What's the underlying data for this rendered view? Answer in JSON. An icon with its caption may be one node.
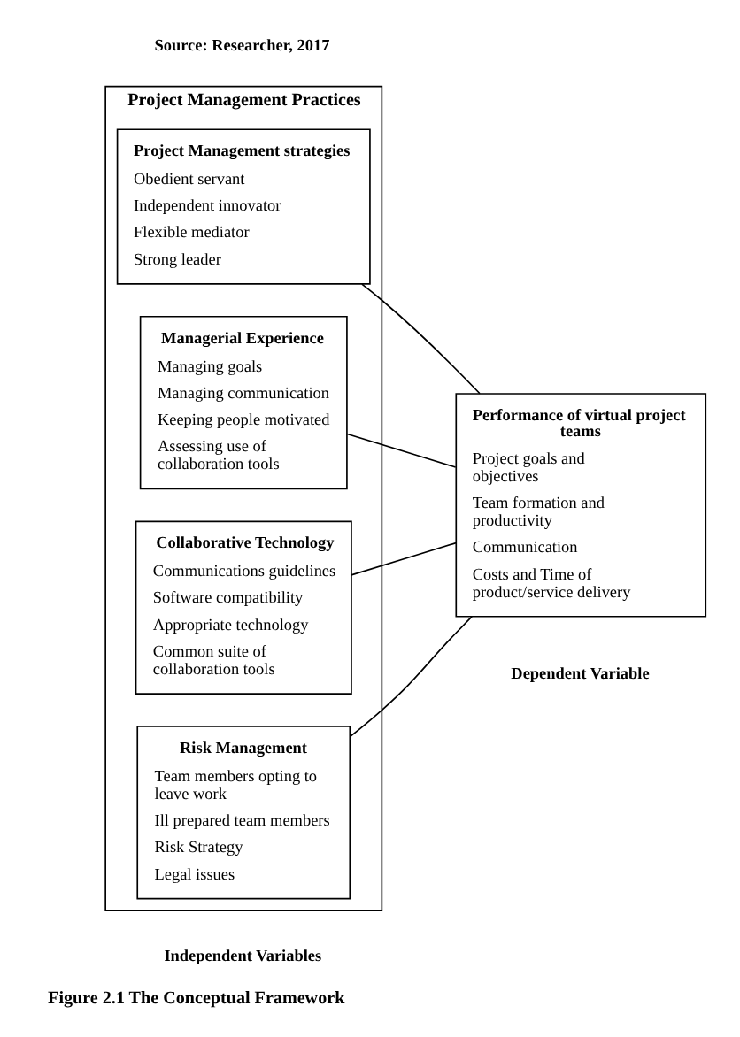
{
  "diagram": {
    "caption": "Figure 2.1 The Conceptual Framework",
    "nodes": [
      {
        "text": [
          "Project Management Practices"
        ]
      },
      {
        "text": [
          "Project Management strategies",
          "Obedient servant",
          "Independent innovator",
          "Flexible mediator",
          "Strong leader"
        ],
        "in": 0
      },
      {
        "text": [
          "Managerial Experience",
          "Managing goals",
          "Managing communication",
          "Keeping people motivated",
          "Assessing use of collaboration tools"
        ],
        "in": 0
      },
      {
        "text": [
          "Collaborative Technology",
          "Communications guidelines",
          "Software compatibility",
          "Appropriate technology",
          "Common suite of collaboration tools"
        ],
        "in": 0
      },
      {
        "text": [
          "Risk Management",
          "Team members opting to leave work",
          "Ill prepared team members",
          "Risk Strategy",
          "Legal issues"
        ],
        "in": 0
      },
      {
        "text": [
          "Performance of virtual project teams",
          "Project goals and objectives",
          "Team formation and productivity",
          "Communication",
          "Costs and Time of product/service delivery"
        ]
      }
    ],
    "edges": [
      {
        "from": 1,
        "to": 5,
        "arrow": "none"
      },
      {
        "from": 2,
        "to": 5,
        "arrow": "none"
      },
      {
        "from": 3,
        "to": 5,
        "arrow": "none"
      },
      {
        "from": 4,
        "to": 5,
        "arrow": "none"
      }
    ],
    "labels": [
      "Independent Variables",
      "Dependent Variable",
      "Source: Researcher, 2017"
    ]
  }
}
